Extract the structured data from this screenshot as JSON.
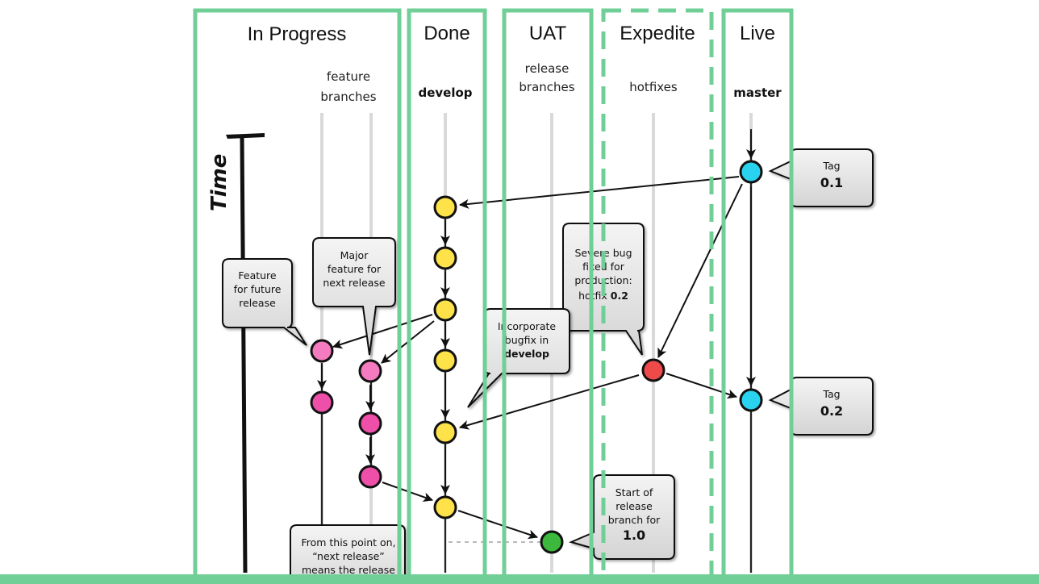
{
  "columns": {
    "in_progress": "In Progress",
    "done": "Done",
    "uat": "UAT",
    "expedite": "Expedite",
    "live": "Live"
  },
  "branch_labels": {
    "feature_line1": "feature",
    "feature_line2": "branches",
    "develop": "develop",
    "release_line1": "release",
    "release_line2": "branches",
    "hotfixes": "hotfixes",
    "master": "master"
  },
  "time_label": "Time",
  "callouts": {
    "tag_01": {
      "line1": "Tag",
      "line2": "0.1"
    },
    "tag_02": {
      "line1": "Tag",
      "line2": "0.2"
    },
    "feature_future": {
      "line1": "Feature",
      "line2": "for future",
      "line3": "release"
    },
    "major_feature": {
      "line1": "Major",
      "line2": "feature for",
      "line3": "next release"
    },
    "severe_bug": {
      "line1": "Severe bug",
      "line2": "fixed for",
      "line3": "production:",
      "line4_prefix": "hotfix ",
      "line4_bold": "0.2"
    },
    "incorporate": {
      "line1": "Incorporate",
      "line2": "bugfix in",
      "line3": "develop"
    },
    "start_release": {
      "line1": "Start of",
      "line2": "release",
      "line3": "branch for",
      "line4": "1.0"
    },
    "from_point": {
      "line1": "From this point on,",
      "line2": "“next release”",
      "line3": "means the release"
    }
  },
  "colors": {
    "column_border": "#6fcf97",
    "develop_node": "#fde24a",
    "feature_node": "#ee4fa9",
    "feature_node_light": "#f47bbf",
    "master_node": "#29d3f0",
    "hotfix_node": "#ee4a4a",
    "release_node": "#3cb83c",
    "bottom_bar": "#6fcf97"
  }
}
